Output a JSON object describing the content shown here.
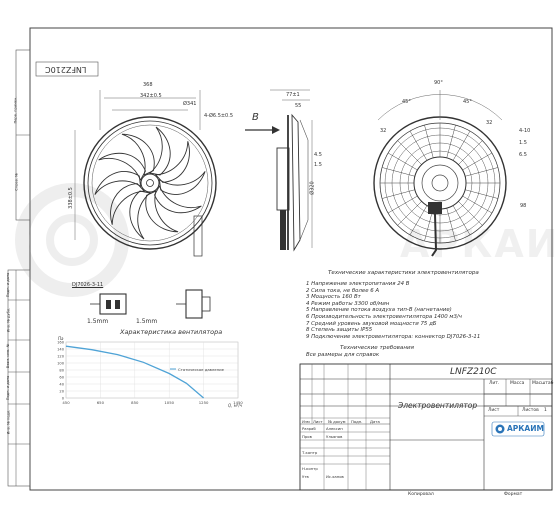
{
  "drawing": {
    "code_stamp": "LNFZ210C",
    "model_code": "LNFZ210C",
    "product_name": "Электровентилятор",
    "sheet_label": "Лит.",
    "mass_label": "Масса",
    "scale_label": "Масштаб",
    "sheet_no_label": "Лист",
    "sheets_label": "Листов",
    "sheets_value": "1",
    "company_logo_text": "АРКАИМ",
    "watermark_text": "АРКАИМ",
    "copy_label": "Копировал",
    "format_label": "Формат",
    "dimension_labels": [
      "368",
      "342±0.5",
      "Ø341",
      "4-Ø6.5±0.5",
      "338±0.5",
      "77±1",
      "55",
      "4.5",
      "1.5",
      "Ø320",
      "90°",
      "45°",
      "45°",
      "32",
      "32",
      "4-10",
      "1.5",
      "6.5",
      "98"
    ],
    "view_arrow_label": "В",
    "connector_label": "DJ7026-3-11",
    "connector_dim_left": "1.5mm",
    "connector_dim_right": "1.5mm"
  },
  "title_block_rows": {
    "headers": [
      "Изм",
      "Лист",
      "№ докум",
      "Подп.",
      "Дата"
    ],
    "roles": [
      "Разраб",
      "Пров",
      "Т.контр",
      "Н.контр",
      "Утв"
    ],
    "names": [
      "Алексин",
      "Ульянов",
      "",
      "",
      "Ис.ханов"
    ]
  },
  "side_labels": [
    "Перв. примен.",
    "Справ. №",
    "Подп. и дата",
    "Инв. № дубл.",
    "Взам. инв. №",
    "Подп. и дата",
    "Инв. № подл."
  ],
  "specs": {
    "title": "Технические характеристики электровентилятора",
    "items": [
      "1  Напряжение электропитания  24 В",
      "2  Сила тока, не более  6 А",
      "3  Мощность  160 Вт",
      "4  Режим работы  3300 об/мин",
      "5  Направление потока воздуха тип-В (нагнетание)",
      "6  Производительность электровентилятора  1400 м3/ч",
      "7  Средний уровень звуковой мощности  75 дБ",
      "8  Степень защиты IP55",
      "9  Подключение электровентилятора: коннектор DJ7026-3-11"
    ],
    "req_title": "Технические требования",
    "req_text": "Все размеры для справок"
  },
  "chart_data": {
    "type": "line",
    "title": "Характеристика вентилятора",
    "legend": "Статическое давление",
    "xlabel": "Q, м³/ч",
    "ylabel": "Па",
    "x_ticks": [
      "450",
      "650",
      "850",
      "1050",
      "1250",
      "1450"
    ],
    "y_ticks": [
      "160",
      "140",
      "120",
      "100",
      "80",
      "60",
      "40",
      "20",
      "0"
    ],
    "x": [
      450,
      600,
      750,
      900,
      1050,
      1150,
      1250
    ],
    "y": [
      148,
      138,
      124,
      102,
      70,
      42,
      0
    ],
    "xlim": [
      450,
      1450
    ],
    "ylim": [
      0,
      160
    ],
    "grid": true
  }
}
